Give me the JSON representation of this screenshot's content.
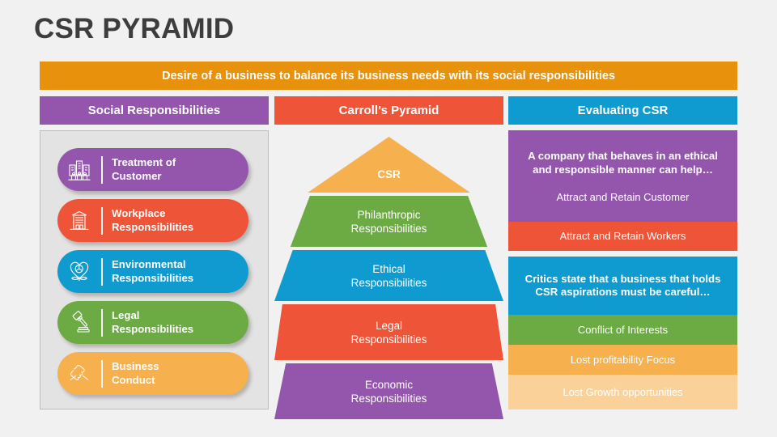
{
  "page_title": "CSR PYRAMID",
  "banner": {
    "text": "Desire of a business to balance its business needs with its social responsibilities",
    "color": "#e8910c"
  },
  "columns": {
    "left": {
      "header": "Social Responsibilities",
      "color": "#9456ad"
    },
    "middle": {
      "header": "Carroll’s Pyramid",
      "color": "#ee5437"
    },
    "right": {
      "header": "Evaluating CSR",
      "color": "#0f9bd0"
    }
  },
  "social_responsibilities": {
    "items": [
      {
        "label": "Treatment of Customer",
        "line1": "Treatment of",
        "line2": "Customer",
        "color": "#9456ad",
        "icon": "city-buildings-icon"
      },
      {
        "label": "Workplace Responsibilities",
        "line1": "Workplace",
        "line2": "Responsibilities",
        "color": "#ee5437",
        "icon": "office-building-icon"
      },
      {
        "label": "Environmental Responsibilities",
        "line1": "Environmental",
        "line2": "Responsibilities",
        "color": "#0f9bd0",
        "icon": "eco-heart-globe-icon"
      },
      {
        "label": "Legal Responsibilities",
        "line1": "Legal",
        "line2": "Responsibilities",
        "color": "#6cab44",
        "icon": "gavel-icon"
      },
      {
        "label": "Business Conduct",
        "line1": "Business",
        "line2": "Conduct",
        "color": "#f7b04e",
        "icon": "handshake-icon"
      }
    ]
  },
  "carrolls_pyramid": {
    "tiers": [
      {
        "label": "CSR",
        "line1": "CSR",
        "line2": "",
        "color": "#f7b04e"
      },
      {
        "label": "Philanthropic Responsibilities",
        "line1": "Philanthropic",
        "line2": "Responsibilities",
        "color": "#6cab44"
      },
      {
        "label": "Ethical Responsibilities",
        "line1": "Ethical",
        "line2": "Responsibilities",
        "color": "#0f9bd0"
      },
      {
        "label": "Legal Responsibilities",
        "line1": "Legal",
        "line2": "Responsibilities",
        "color": "#ee5437"
      },
      {
        "label": "Economic Responsibilities",
        "line1": "Economic",
        "line2": "Responsibilities",
        "color": "#9456ad"
      }
    ]
  },
  "evaluating_csr": {
    "positive": {
      "heading": "A company that behaves in an ethical and responsible manner can help…",
      "first_item": "Attract and Retain Customer",
      "color": "#9456ad",
      "second_item": "Attract and Retain Workers",
      "second_color": "#ee5437"
    },
    "negative": {
      "heading": "Critics state that a business that holds CSR aspirations must be careful…",
      "color": "#0f9bd0",
      "items": [
        {
          "label": "Conflict of Interests",
          "color": "#6cab44"
        },
        {
          "label": "Lost profitability Focus",
          "color": "#f7b04e"
        },
        {
          "label": "Lost Growth opportunities",
          "color": "#fad198"
        }
      ]
    }
  }
}
